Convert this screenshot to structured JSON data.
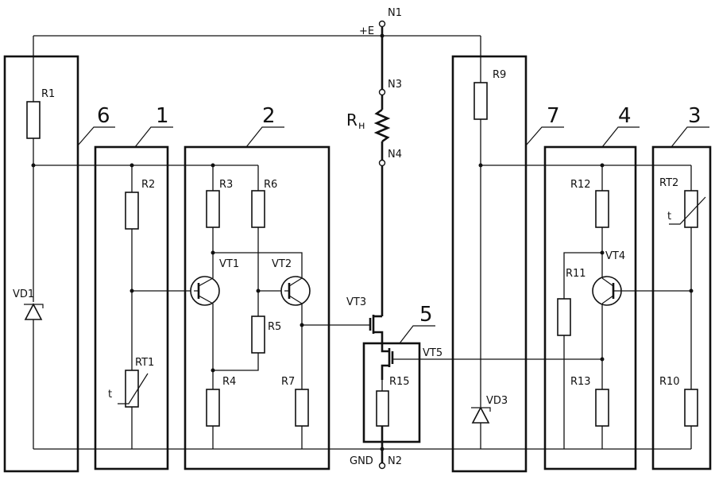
{
  "nodes": {
    "n1": "N1",
    "n2": "N2",
    "n3": "N3",
    "n4": "N4",
    "supply": "+E",
    "ground": "GND"
  },
  "load": {
    "main": "R",
    "sub": "н"
  },
  "resistors": {
    "r1": "R1",
    "r2": "R2",
    "r3": "R3",
    "r4": "R4",
    "r5": "R5",
    "r6": "R6",
    "r7": "R7",
    "r9": "R9",
    "r10": "R10",
    "r11": "R11",
    "r12": "R12",
    "r13": "R13",
    "r15": "R15"
  },
  "thermistors": {
    "rt1": "RT1",
    "rt2": "RT2",
    "t_symbol": "t"
  },
  "transistors": {
    "vt1": "VT1",
    "vt2": "VT2",
    "vt3": "VT3",
    "vt4": "VT4",
    "vt5": "VT5"
  },
  "diodes": {
    "vd1": "VD1",
    "vd3": "VD3"
  },
  "block_numbers": {
    "b1": "1",
    "b2": "2",
    "b3": "3",
    "b4": "4",
    "b5": "5",
    "b6": "6",
    "b7": "7"
  }
}
